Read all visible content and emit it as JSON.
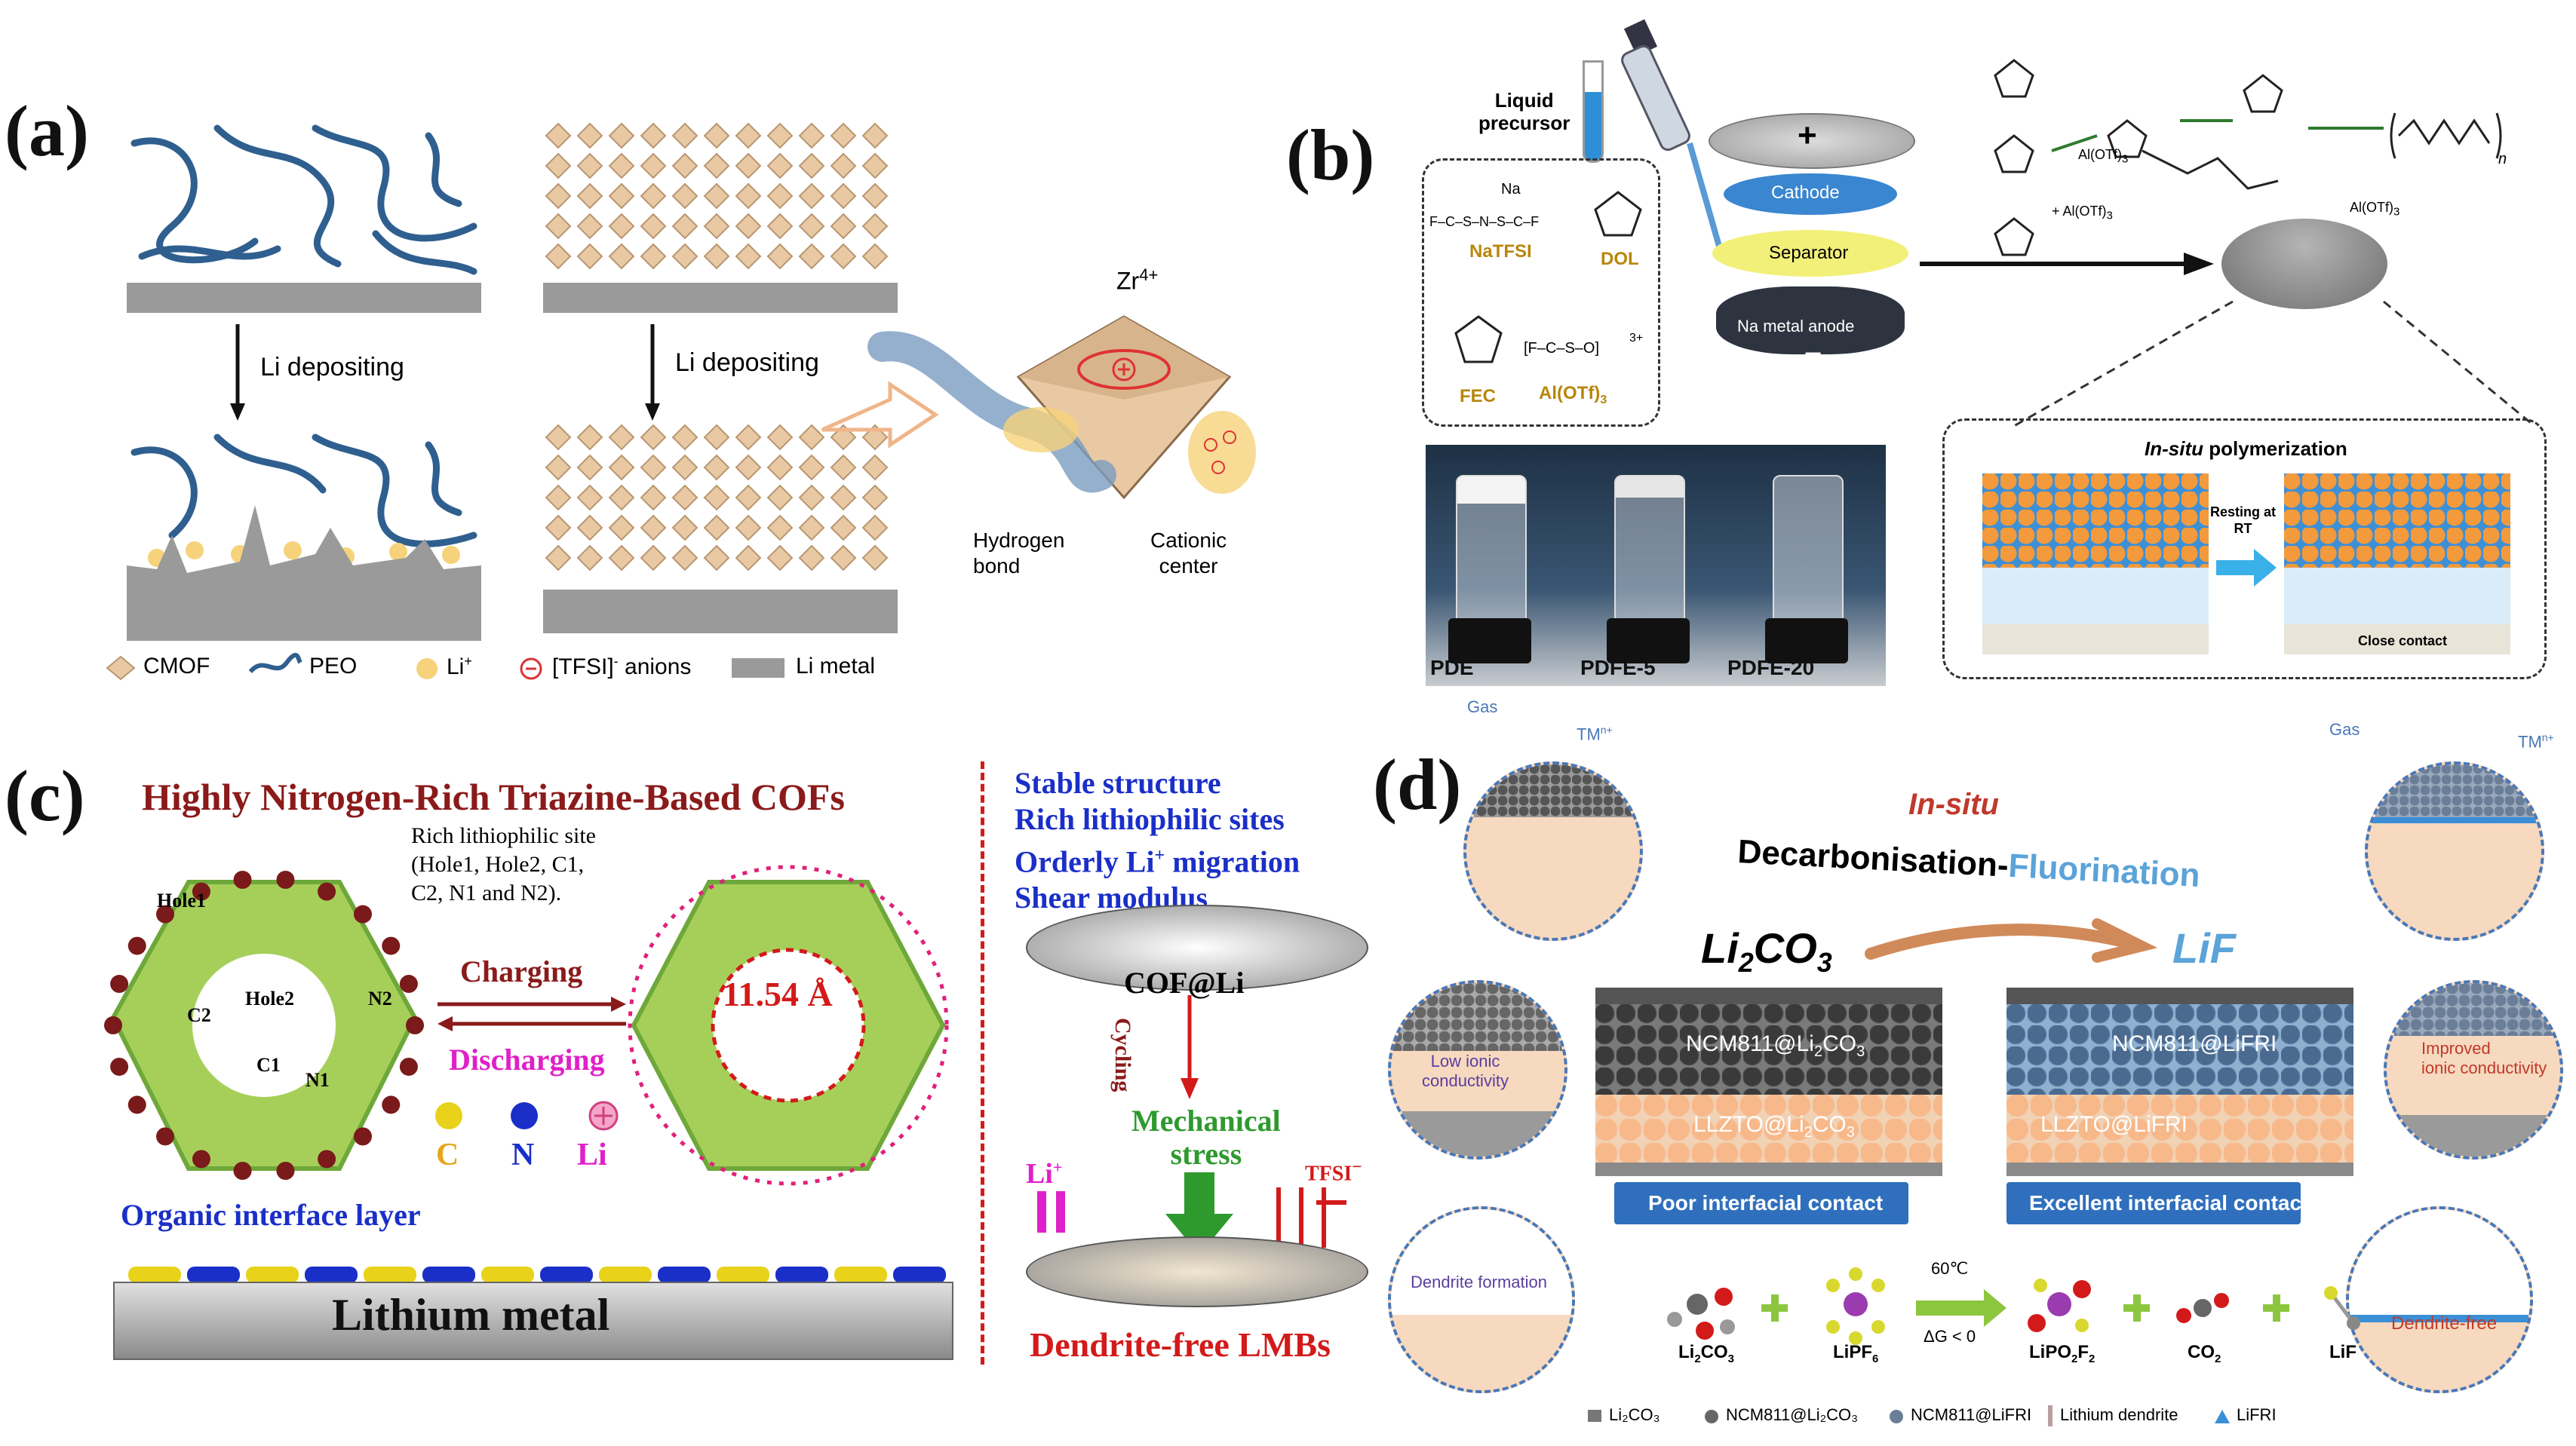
{
  "panel_a": {
    "letter": "(a)",
    "arrow1_label": "Li depositing",
    "arrow2_label": "Li depositing",
    "zr_label": "Zr",
    "zr_sup": "4+",
    "hydrogen_bond": [
      "Hydrogen",
      "bond"
    ],
    "cationic_center": [
      "Cationic",
      "center"
    ],
    "legend": {
      "cmof": "CMOF",
      "peo": "PEO",
      "li": "Li",
      "li_sup": "+",
      "anion_pre": "[TFSI]",
      "anion_sup": "-",
      "anion_post": " anions",
      "metal": "Li metal"
    }
  },
  "panel_b": {
    "letter": "(b)",
    "liquid_precursor": [
      "Liquid",
      "precursor"
    ],
    "chem_na": "Na",
    "nafsi": "NaTFSI",
    "dol": "DOL",
    "fec": "FEC",
    "aloft": "Al(OTf)",
    "aloft_sub": "3",
    "al_sup": "3+",
    "stack": {
      "plus": "+",
      "cathode": "Cathode",
      "separator": "Separator",
      "anode": "Na metal anode",
      "minus": "−"
    },
    "reaction": {
      "aloft_label": "Al(OTf)",
      "sub": "3",
      "plus_aloft": "+ Al(OTf)",
      "n": "n"
    },
    "vials": [
      "PDE",
      "PDFE-5",
      "PDFE-20"
    ],
    "insitu_title_italic": "In-situ",
    "insitu_title_rest": " polymerization",
    "resting": [
      "Resting at",
      "RT"
    ],
    "close_contact": "Close contact"
  },
  "panel_c": {
    "letter": "(c)",
    "title": "Highly Nitrogen-Rich Triazine-Based COFs",
    "sites_text": [
      "Rich lithiophilic site",
      "(Hole1,    Hole2,    C1,",
      "C2, N1 and N2)."
    ],
    "hole1": "Hole1",
    "hole2": "Hole2",
    "c2": "C2",
    "c1": "C1",
    "n1": "N1",
    "n2": "N2",
    "charging": "Charging",
    "discharging": "Discharging",
    "pore": "11.54 Å",
    "legend": {
      "c": "C",
      "n": "N",
      "li": "Li"
    },
    "organic_layer": "Organic interface layer",
    "lithium_metal": "Lithium metal",
    "features": [
      "Stable structure",
      "Rich lithiophilic sites",
      "Orderly Li",
      "Shear modulus"
    ],
    "features_sup": "+",
    "features_suffix": " migration",
    "cof_li": "COF@Li",
    "cycling": "Cycling",
    "mech_stress": [
      "Mechanical",
      "stress"
    ],
    "li_plus": "Li",
    "tfsi": "TFSI",
    "dendrite_free": "Dendrite-free  LMBs"
  },
  "panel_d": {
    "letter": "(d)",
    "gas": "Gas",
    "tm": "TM",
    "tm_sup": "n+",
    "insitu": "In-situ",
    "decarb": "Decarbonisation-",
    "fluor": "Fluorination",
    "li2co3": "Li",
    "li2co3_sub": "2",
    "li2co3_rest": "CO",
    "li2co3_sub2": "3",
    "lif": "LiF",
    "low_ionic": [
      "Low ionic",
      "conductivity"
    ],
    "improved_ionic": [
      "Improved",
      "ionic conductivity"
    ],
    "ncm_left": "NCM811@Li",
    "ncm_left_sub": "2",
    "ncm_left_rest": "CO",
    "ncm_left_sub2": "3",
    "llzto_left": "LLZTO@Li",
    "llzto_left_sub": "2",
    "llzto_left_rest": "CO",
    "llzto_left_sub2": "3",
    "ncm_right": "NCM811@LiFRI",
    "llzto_right": "LLZTO@LiFRI",
    "poor_contact": "Poor interfacial contact",
    "excellent_contact": "Excellent interfacial contact",
    "dendrite_formation": "Dendrite formation",
    "dendrite_free": "Dendrite-free",
    "reaction": {
      "r1": "Li",
      "r1_sub": "2",
      "r1_rest": "CO",
      "r1_sub2": "3",
      "r2": "LiPF",
      "r2_sub": "6",
      "cond_top": "60℃",
      "cond_bottom": "ΔG < 0",
      "p1": "LiPO",
      "p1_sub": "2",
      "p1_rest": "F",
      "p1_sub2": "2",
      "p2": "CO",
      "p2_sub": "2",
      "p3": "LiF"
    },
    "legend": [
      "Li₂CO₃",
      "NCM811@Li₂CO₃",
      "NCM811@LiFRI",
      "Lithium dendrite",
      "LiFRI"
    ]
  }
}
